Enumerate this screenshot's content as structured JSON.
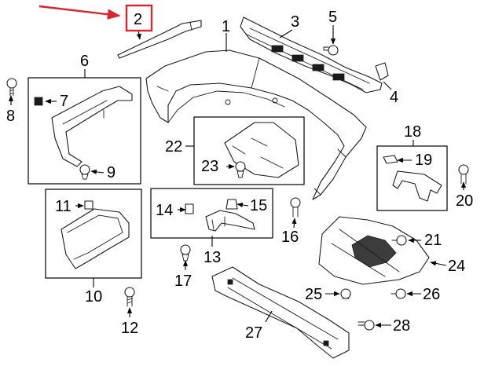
{
  "highlight_color": "#d9262c",
  "ink_color": "#000000",
  "callouts": [
    {
      "id": "1",
      "label": "1"
    },
    {
      "id": "2",
      "label": "2"
    },
    {
      "id": "3",
      "label": "3"
    },
    {
      "id": "4",
      "label": "4"
    },
    {
      "id": "5",
      "label": "5"
    },
    {
      "id": "6",
      "label": "6"
    },
    {
      "id": "7",
      "label": "7"
    },
    {
      "id": "8",
      "label": "8"
    },
    {
      "id": "9",
      "label": "9"
    },
    {
      "id": "10",
      "label": "10"
    },
    {
      "id": "11",
      "label": "11"
    },
    {
      "id": "12",
      "label": "12"
    },
    {
      "id": "13",
      "label": "13"
    },
    {
      "id": "14",
      "label": "14"
    },
    {
      "id": "15",
      "label": "15"
    },
    {
      "id": "16",
      "label": "16"
    },
    {
      "id": "17",
      "label": "17"
    },
    {
      "id": "18",
      "label": "18"
    },
    {
      "id": "19",
      "label": "19"
    },
    {
      "id": "20",
      "label": "20"
    },
    {
      "id": "21",
      "label": "21"
    },
    {
      "id": "22",
      "label": "22"
    },
    {
      "id": "23",
      "label": "23"
    },
    {
      "id": "24",
      "label": "24"
    },
    {
      "id": "25",
      "label": "25"
    },
    {
      "id": "26",
      "label": "26"
    },
    {
      "id": "27",
      "label": "27"
    },
    {
      "id": "28",
      "label": "28"
    }
  ]
}
